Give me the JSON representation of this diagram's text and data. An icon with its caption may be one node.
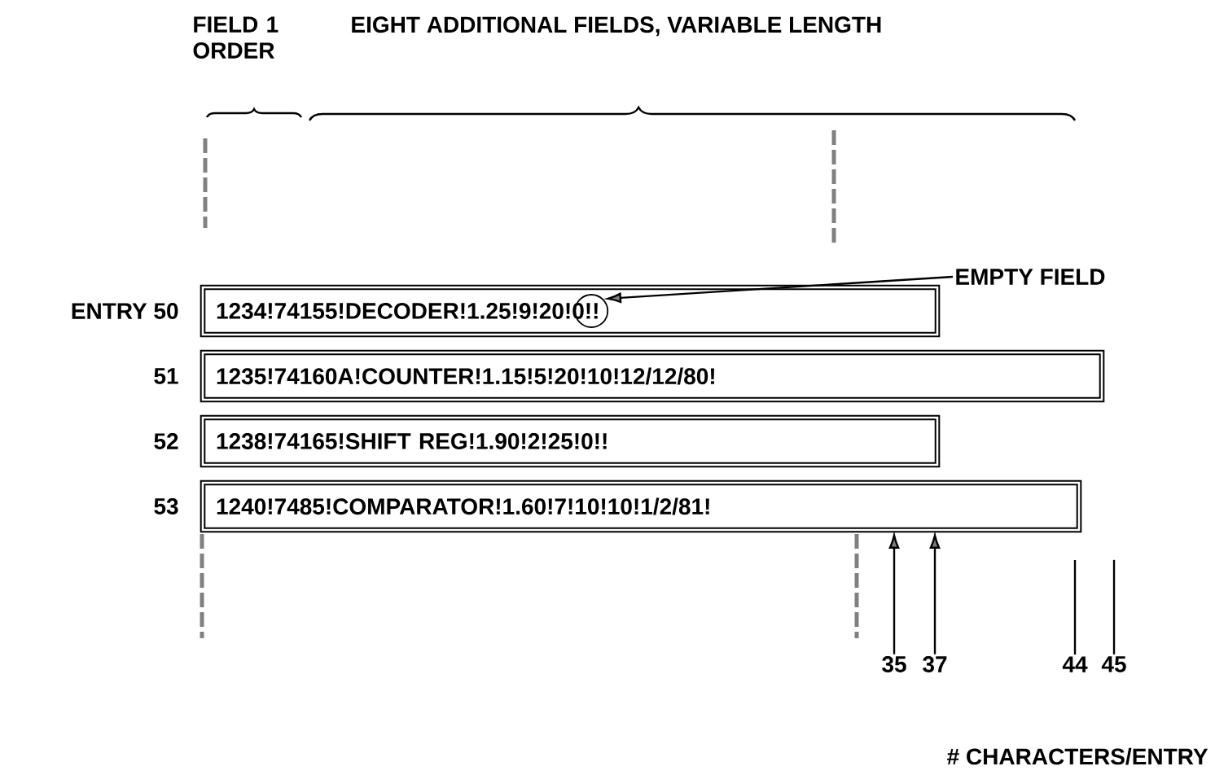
{
  "diagram": {
    "nodes": [
      {
        "text": [
          "1234!74155!DECODER!1.25!9!20!0!!"
        ],
        "beside": [
          "ENTRY 50"
        ]
      },
      {
        "text": [],
        "shape": "circle",
        "in": 0
      },
      {
        "text": [
          "EMPTY FIELD"
        ]
      },
      {
        "text": [
          "1235!74160A!COUNTER!1.15!5!20!10!12/12/80!"
        ],
        "beside": [
          "51"
        ]
      },
      {
        "text": [
          "1238!74165!SHIFT REG!1.90!2!25!0!!"
        ],
        "beside": [
          "52"
        ]
      },
      {
        "text": [
          "1240!7485!COMPARATOR!1.60!7!10!10!1/2/81!"
        ],
        "beside": [
          "53"
        ]
      },
      {
        "text": [
          "35"
        ]
      },
      {
        "text": [
          "37"
        ]
      },
      {
        "text": [
          "44"
        ]
      },
      {
        "text": [
          "45"
        ]
      }
    ],
    "edges": [
      {
        "from": 2,
        "to": 1,
        "arrow": "to"
      },
      {
        "from": 6,
        "to": 5,
        "arrow": "to"
      },
      {
        "from": 7,
        "to": 5,
        "arrow": "to"
      },
      {
        "from": 8,
        "to": null,
        "arrow": "none"
      },
      {
        "from": 9,
        "to": null,
        "arrow": "none"
      }
    ],
    "labels": [
      "FIELD 1 ORDER",
      "EIGHT ADDITIONAL FIELDS, VARIABLE LENGTH",
      "# CHARACTERS/ENTRY"
    ]
  }
}
